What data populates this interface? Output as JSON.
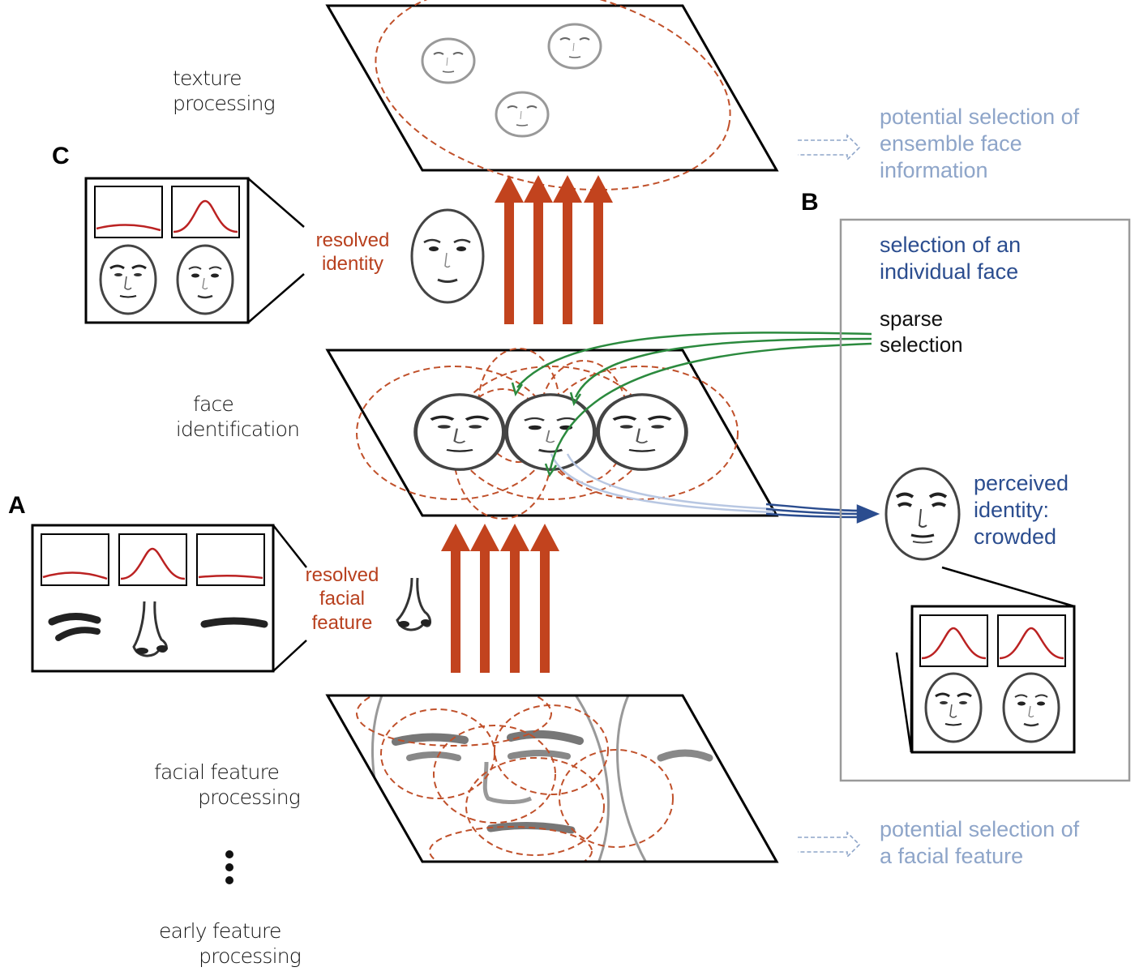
{
  "panels": {
    "a": "A",
    "b": "B",
    "c": "C"
  },
  "stages": {
    "texture": [
      "texture",
      "processing"
    ],
    "face_id": [
      "face",
      "identification"
    ],
    "facial": [
      "facial feature",
      "processing"
    ],
    "early": [
      "early feature",
      "processing"
    ]
  },
  "resolved_identity": [
    "resolved",
    "identity"
  ],
  "resolved_feature": [
    "resolved",
    "facial",
    "feature"
  ],
  "potential_ensemble": [
    "potential selection of",
    "ensemble face",
    "information"
  ],
  "potential_feature": [
    "potential selection of",
    "a facial feature"
  ],
  "box_b": {
    "selection": [
      "selection of an",
      "individual face"
    ],
    "sparse": [
      "sparse",
      "selection"
    ],
    "perceived": [
      "perceived",
      "identity:",
      "crowded"
    ]
  },
  "colors": {
    "arrow_red": "#c2431e",
    "dashed_red": "#c0502a",
    "green": "#2b8a3e",
    "blue": "#2b4d8f",
    "light_blue": "#8ea5c9",
    "box_gray": "#9a9a9a"
  }
}
